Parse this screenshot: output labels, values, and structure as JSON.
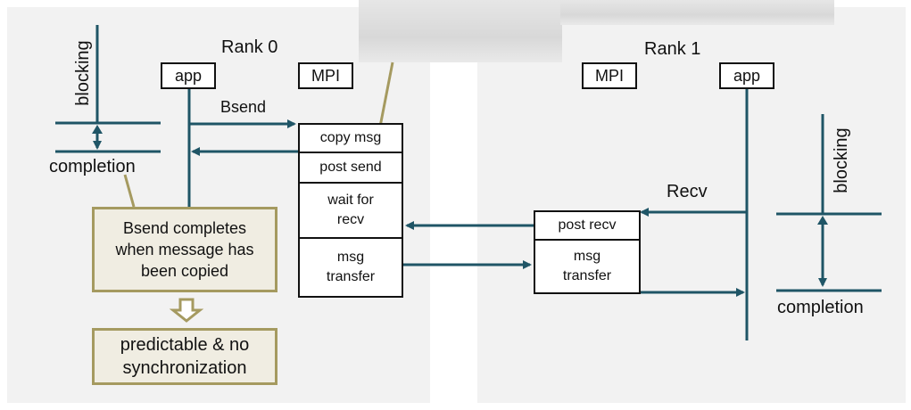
{
  "colors": {
    "arrow": "#1f5566",
    "note_border": "#a59a60",
    "note_fill": "#f0ede2",
    "panel": "#f2f2f2"
  },
  "rank0": {
    "title": "Rank 0",
    "app_label": "app",
    "mpi_label": "MPI",
    "call_label": "Bsend",
    "blocking_label": "blocking",
    "completion_label": "completion",
    "mpi_steps": [
      "copy msg",
      "post send",
      "wait for\nrecv",
      "msg\ntransfer"
    ]
  },
  "rank1": {
    "title": "Rank 1",
    "app_label": "app",
    "mpi_label": "MPI",
    "call_label": "Recv",
    "blocking_label": "blocking",
    "completion_label": "completion",
    "mpi_steps": [
      "post recv",
      "msg\ntransfer"
    ]
  },
  "notes": {
    "bsend_note": "Bsend completes\nwhen message has\nbeen copied",
    "result_note": "predictable & no\nsynchronization"
  },
  "icons": {
    "result_arrow": "hollow-down-arrow-icon"
  }
}
